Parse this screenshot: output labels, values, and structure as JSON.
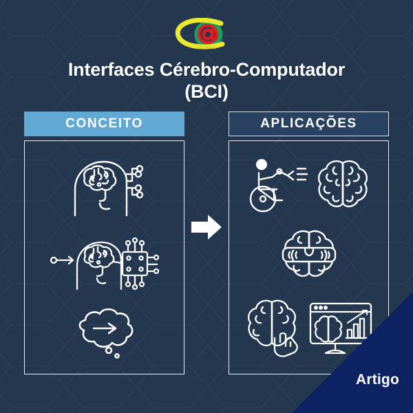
{
  "page": {
    "title": "Interfaces Cérebro-Computador (BCI)",
    "title_line1": "Interfaces Cérebro-Computador",
    "title_line2": "(BCI)",
    "background_color": "#24374F",
    "text_color": "#FFFFFF"
  },
  "logo": {
    "name": "ACCMaNS logo",
    "caption": "ACCMaNS",
    "colors": {
      "swoosh": "#E8E82E",
      "ring": "#1BA05C",
      "letter": "#D81F26"
    }
  },
  "columns": [
    {
      "id": "conceito",
      "header": "CONCEITO",
      "header_bg": "#61A8D4",
      "header_text_color": "#FFFFFF",
      "icons": [
        {
          "name": "head-brain-circuit-icon",
          "label": "Cabeça com cérebro e conexões de circuito"
        },
        {
          "name": "head-brain-microchip-icon",
          "label": "Cabeça com cérebro ligado a microchip"
        },
        {
          "name": "thought-bubble-arrow-icon",
          "label": "Balão de pensamento com seta"
        }
      ]
    },
    {
      "id": "aplicacoes",
      "header": "APLICAÇÕES",
      "header_bg": "#2A4262",
      "header_text_color": "#FFFFFF",
      "icons": [
        {
          "name": "wheelchair-robotic-arm-icon",
          "label": "Usuário em cadeira de rodas com braço robótico"
        },
        {
          "name": "brain-vr-goggles-icon",
          "label": "Cérebro com óculos de realidade virtual"
        },
        {
          "name": "brain-hand-monitor-chart-icon",
          "label": "Cérebro com mão apontando e monitor com gráfico"
        }
      ]
    }
  ],
  "flow": {
    "arrow": "arrow-right-icon",
    "arrow_color": "#FFFFFF",
    "from": "CONCEITO",
    "to": "APLICAÇÕES"
  },
  "badge": {
    "label": "Artigo",
    "color": "#0D2260",
    "text_color": "#FFFFFF"
  }
}
